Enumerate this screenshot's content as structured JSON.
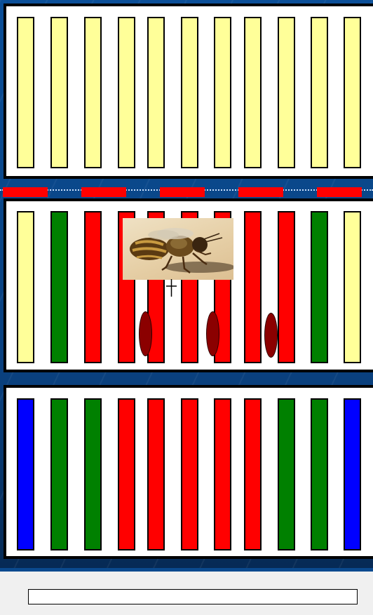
{
  "colors": {
    "empty": "#ffff99",
    "brood": "#ff0000",
    "honey": "#008000",
    "pollen": "#0000ff",
    "queen_cell": "#8b0000",
    "rail": "#ff0000"
  },
  "hives": [
    {
      "name": "top-box",
      "frames": [
        "empty",
        "empty",
        "empty",
        "empty",
        "empty",
        "empty",
        "empty",
        "empty",
        "empty",
        "empty",
        "empty"
      ]
    },
    {
      "name": "middle-box",
      "frames": [
        "empty",
        "honey",
        "brood",
        "brood",
        "brood",
        "brood",
        "brood",
        "brood",
        "brood",
        "honey",
        "empty"
      ]
    },
    {
      "name": "bottom-box",
      "frames": [
        "pollen",
        "honey",
        "honey",
        "brood",
        "brood",
        "brood",
        "brood",
        "brood",
        "honey",
        "honey",
        "pollen"
      ]
    }
  ],
  "queen_cells_count": 3,
  "bee_image": {
    "subject": "bee-photo"
  },
  "bottom_bar": {
    "input_value": ""
  }
}
